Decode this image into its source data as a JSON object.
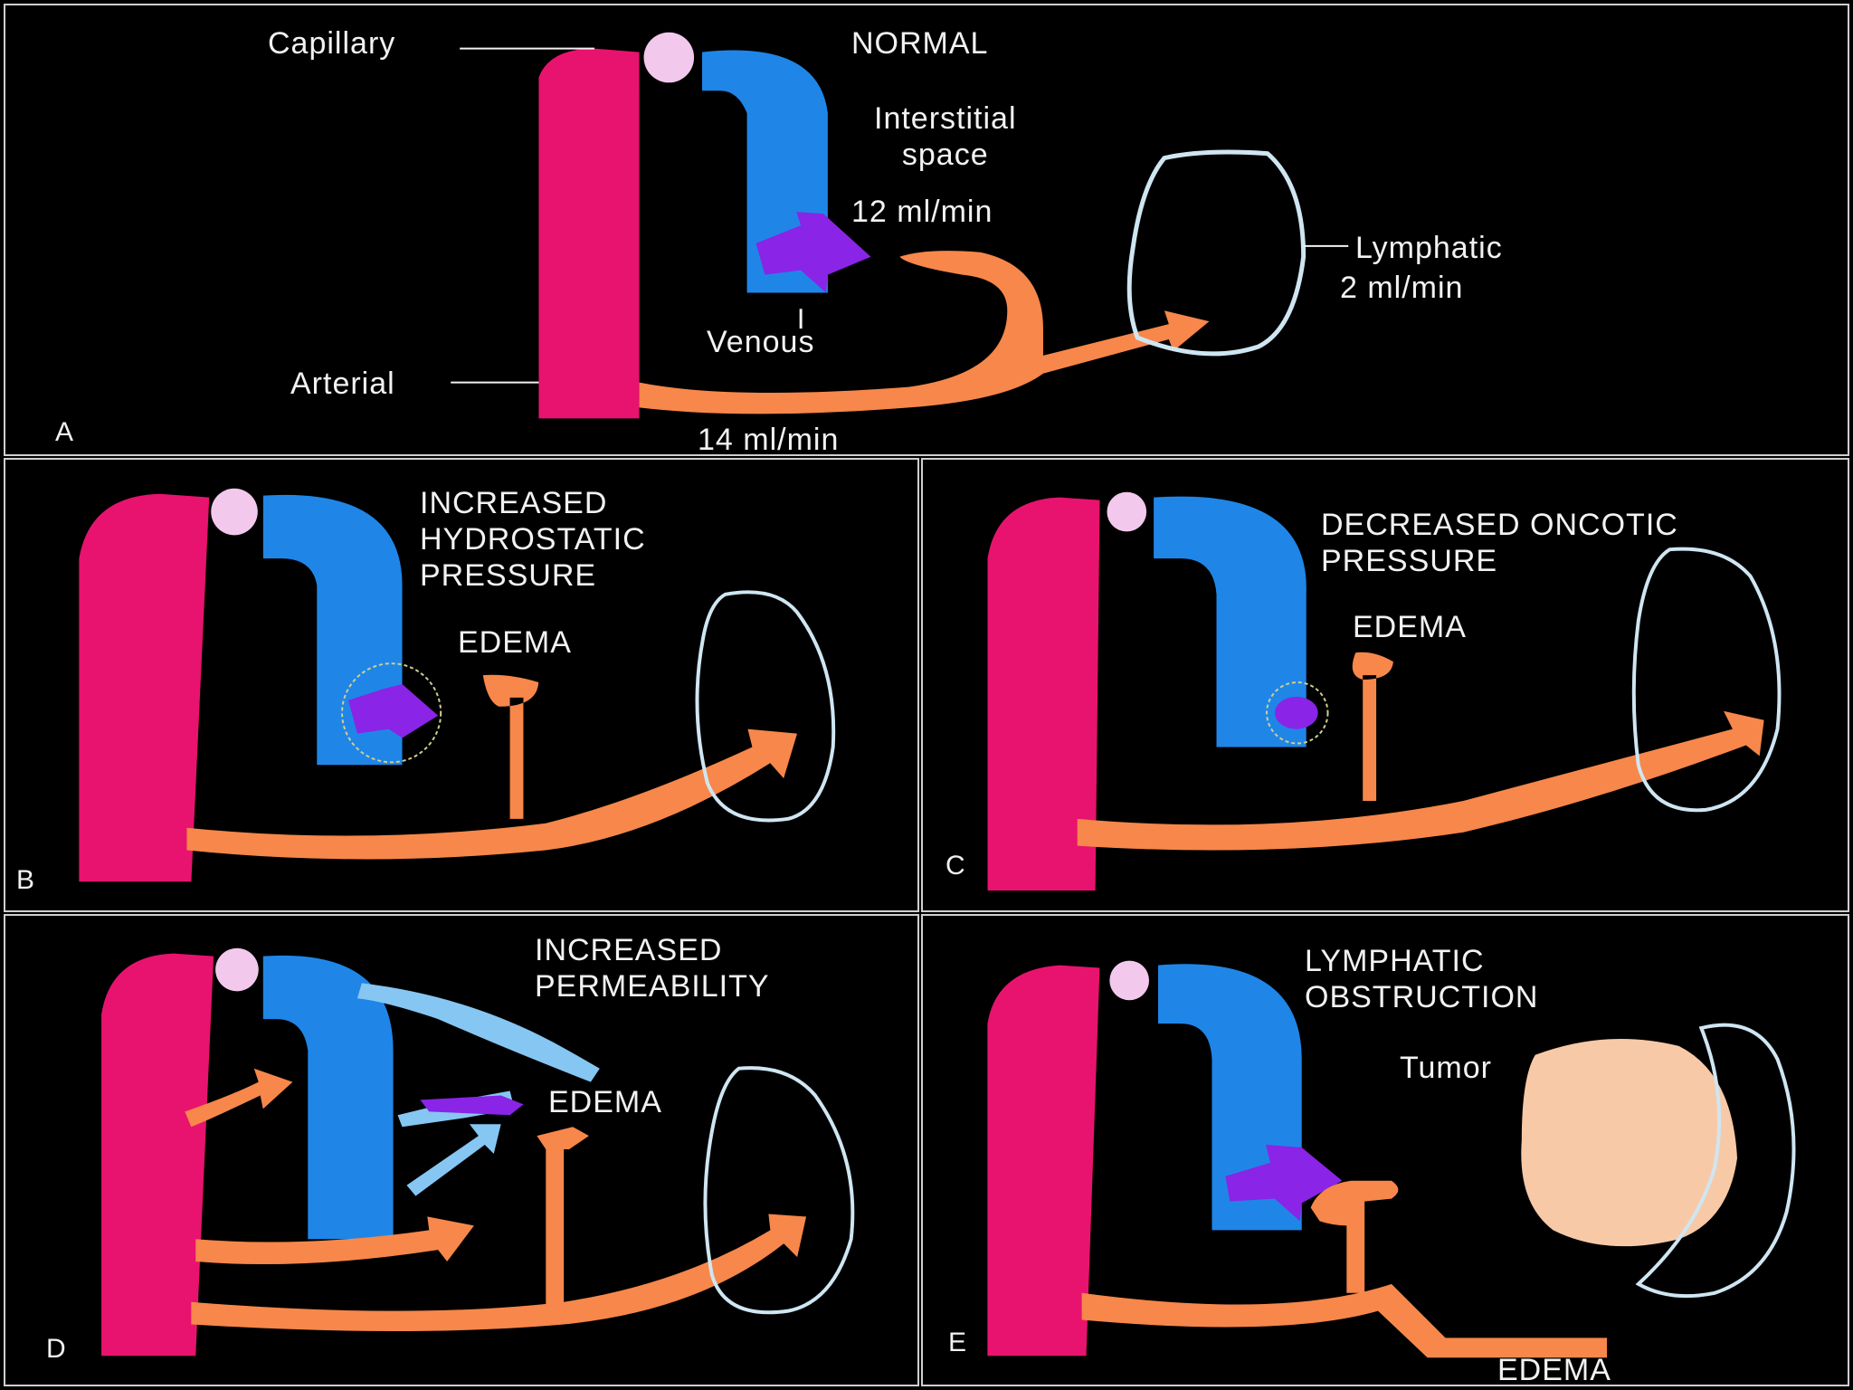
{
  "colors": {
    "arterial": "#e8136e",
    "venous": "#1f86e8",
    "capillary_node": "#f2c9ec",
    "flow": "#f7874a",
    "leak": "#8a24e6",
    "lymphatic_outline": "#cfe6f2",
    "tumor": "#f8c9a6",
    "permeability_fluid": "#86c6f2",
    "background": "#000000",
    "text": "#f2f2f2"
  },
  "panels": {
    "a": {
      "letter": "A",
      "title": "NORMAL",
      "capillary_label": "Capillary",
      "interstitial_label": "Interstitial\nspace",
      "interstitial_flow": "12 ml/min",
      "lymphatic_label": "Lymphatic",
      "lymphatic_flow": "2 ml/min",
      "venous_label": "Venous",
      "arterial_label": "Arterial",
      "arterial_flow": "14 ml/min"
    },
    "b": {
      "letter": "B",
      "title": "INCREASED\nHYDROSTATIC\nPRESSURE",
      "edema": "EDEMA"
    },
    "c": {
      "letter": "C",
      "title": "DECREASED ONCOTIC\nPRESSURE",
      "edema": "EDEMA"
    },
    "d": {
      "letter": "D",
      "title": "INCREASED\nPERMEABILITY",
      "edema": "EDEMA"
    },
    "e": {
      "letter": "E",
      "title": "LYMPHATIC\nOBSTRUCTION",
      "tumor_label": "Tumor",
      "edema": "EDEMA"
    }
  }
}
